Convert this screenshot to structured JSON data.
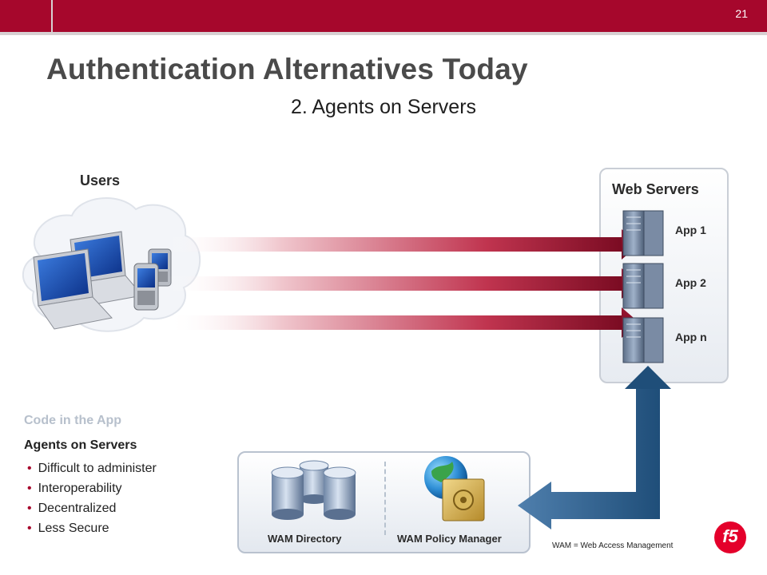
{
  "header": {
    "slide_number": "21"
  },
  "title": "Authentication Alternatives Today",
  "subtitle": "2. Agents on Servers",
  "users": {
    "label": "Users"
  },
  "web_servers": {
    "label": "Web Servers",
    "apps": [
      {
        "label": "App 1"
      },
      {
        "label": "App 2"
      },
      {
        "label": "App n"
      }
    ]
  },
  "wam": {
    "directory_label": "WAM Directory",
    "policy_label": "WAM Policy Manager"
  },
  "left_text": {
    "code_label": "Code in the App",
    "agents_label": "Agents on Servers",
    "bullets": [
      "Difficult to administer",
      "Interoperability",
      "Decentralized",
      "Less Secure"
    ]
  },
  "footnote": "WAM = Web Access Management",
  "logo": {
    "text": "f5"
  },
  "colors": {
    "brand": "#a6072c",
    "arrow_blue": "#1f4e79",
    "muted": "#b7c0cc"
  }
}
